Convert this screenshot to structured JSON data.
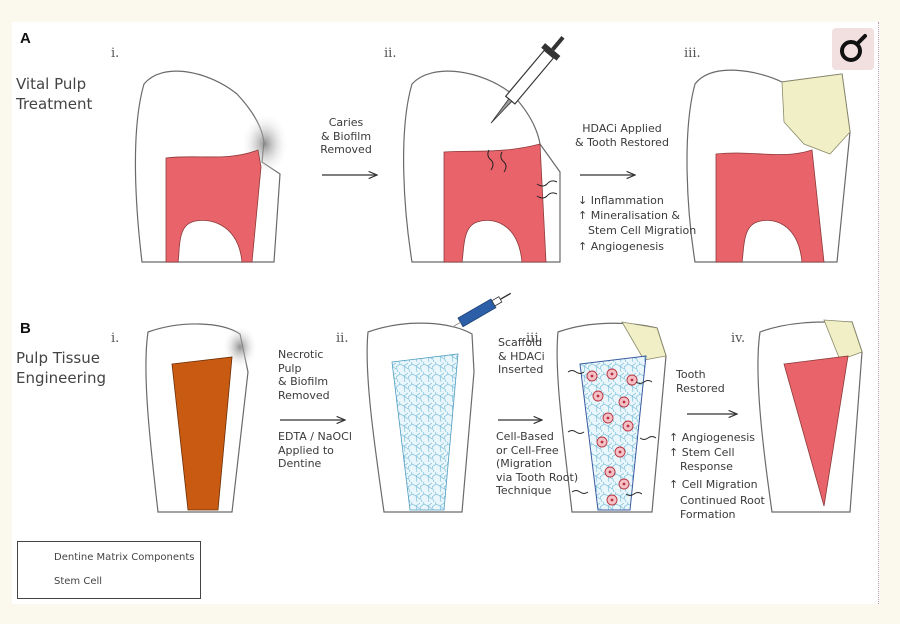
{
  "panel_a": {
    "letter": "A",
    "title": "Vital Pulp\nTreatment",
    "steps": [
      "i.",
      "ii.",
      "iii."
    ],
    "arrow1_text": "Caries\n& Biofilm\nRemoved",
    "arrow2_text": "HDACi Applied\n& Tooth Restored",
    "effects": [
      "↓ Inflammation",
      "↑ Mineralisation &",
      "Stem Cell Migration",
      "↑ Angiogenesis"
    ]
  },
  "panel_b": {
    "letter": "B",
    "title": "Pulp Tissue\nEngineering",
    "steps": [
      "i.",
      "ii.",
      "iii.",
      "iv."
    ],
    "arrow1_text_top": "Necrotic\nPulp\n& Biofilm\nRemoved",
    "arrow1_text_bottom": "EDTA / NaOCl\nApplied to\nDentine",
    "arrow2_text_top": "Scaffold\n& HDACi\nInserted",
    "arrow2_text_bottom": "Cell-Based\nor Cell-Free\n(Migration\nvia Tooth Root)\nTechnique",
    "arrow3_text_top": "Tooth\nRestored",
    "effects": [
      "↑ Angiogenesis",
      "↑ Stem Cell",
      "Response",
      "↑ Cell Migration",
      "Continued Root",
      "Formation"
    ]
  },
  "legend": {
    "items": [
      "Dentine Matrix Components",
      "Stem Cell"
    ]
  },
  "colors": {
    "pulp": "#e9636b",
    "necrotic_pulp": "#c85a12",
    "restoration": "#f1efc6",
    "scaffold": "#7fc4dc",
    "tooth_outline": "#6a6a6a"
  },
  "icons": [
    "syringe-icon",
    "injection-icon",
    "zoom-icon"
  ]
}
